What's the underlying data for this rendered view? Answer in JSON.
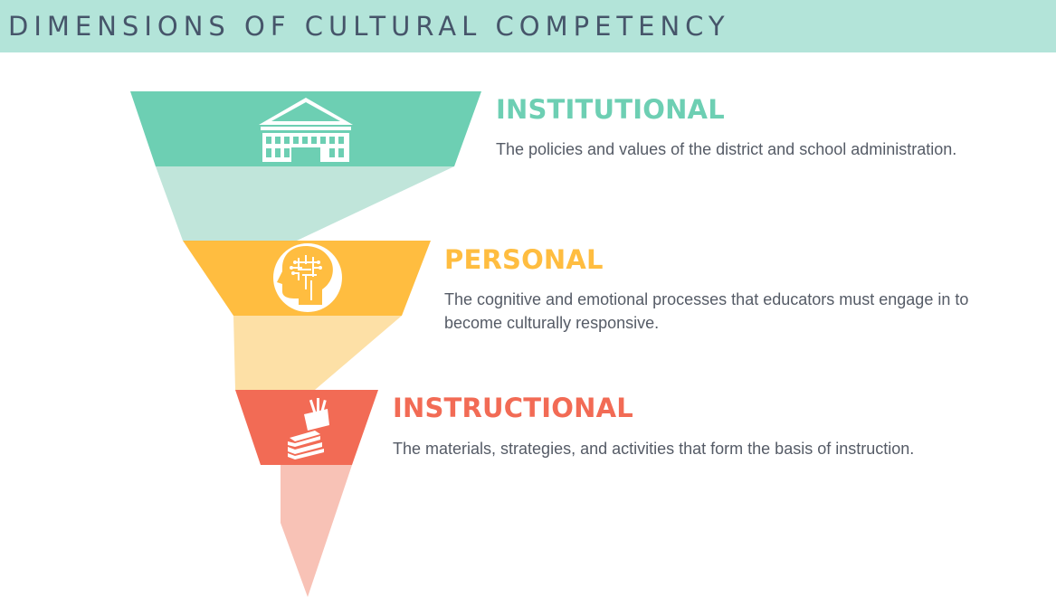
{
  "title": "DIMENSIONS OF CULTURAL COMPETENCY",
  "colors": {
    "header_bg": "#b3e4d9",
    "institutional": "#6dcfb3",
    "personal": "#ffbd40",
    "instructional": "#f26b55"
  },
  "dimensions": [
    {
      "heading": "INSTITUTIONAL",
      "description": "The policies and values of the district and school administration.",
      "icon": "school-building-icon"
    },
    {
      "heading": "PERSONAL",
      "description": "The cognitive and emotional processes that educators must engage in to become culturally responsive.",
      "icon": "head-brain-icon"
    },
    {
      "heading": "INSTRUCTIONAL",
      "description": "The materials, strategies, and activities that form the basis of instruction.",
      "icon": "books-pencils-icon"
    }
  ]
}
